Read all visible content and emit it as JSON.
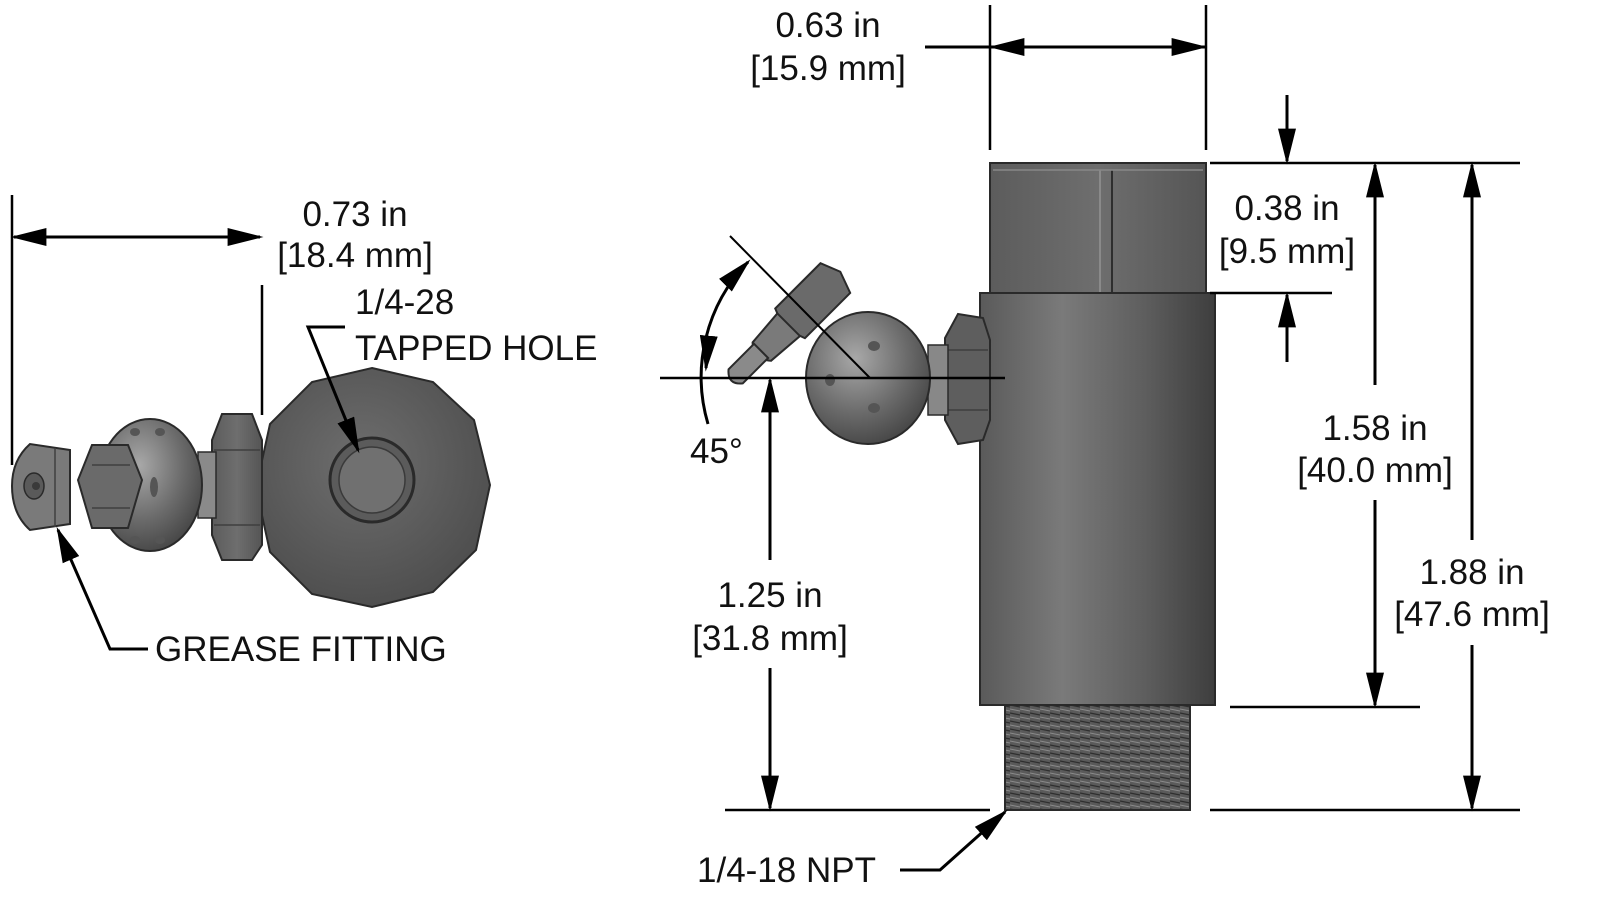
{
  "labels": {
    "side_width_in": "0.73 in",
    "side_width_mm": "[18.4 mm]",
    "tapped_hole_size": "1/4-28",
    "tapped_hole_text": "TAPPED HOLE",
    "grease_fitting": "GREASE FITTING",
    "top_width_in": "0.63 in",
    "top_width_mm": "[15.9 mm]",
    "hex_height_in": "0.38 in",
    "hex_height_mm": "[9.5 mm]",
    "body_height_in": "1.58 in",
    "body_height_mm": "[40.0 mm]",
    "total_height_in": "1.88 in",
    "total_height_mm": "[47.6 mm]",
    "fitting_height_in": "1.25 in",
    "fitting_height_mm": "[31.8 mm]",
    "angle": "45°",
    "thread": "1/4-18 NPT"
  },
  "colors": {
    "metal_dark": "#4a4a4a",
    "metal_mid": "#6b6b6b",
    "metal_light": "#9a9a9a",
    "line": "#000000"
  }
}
